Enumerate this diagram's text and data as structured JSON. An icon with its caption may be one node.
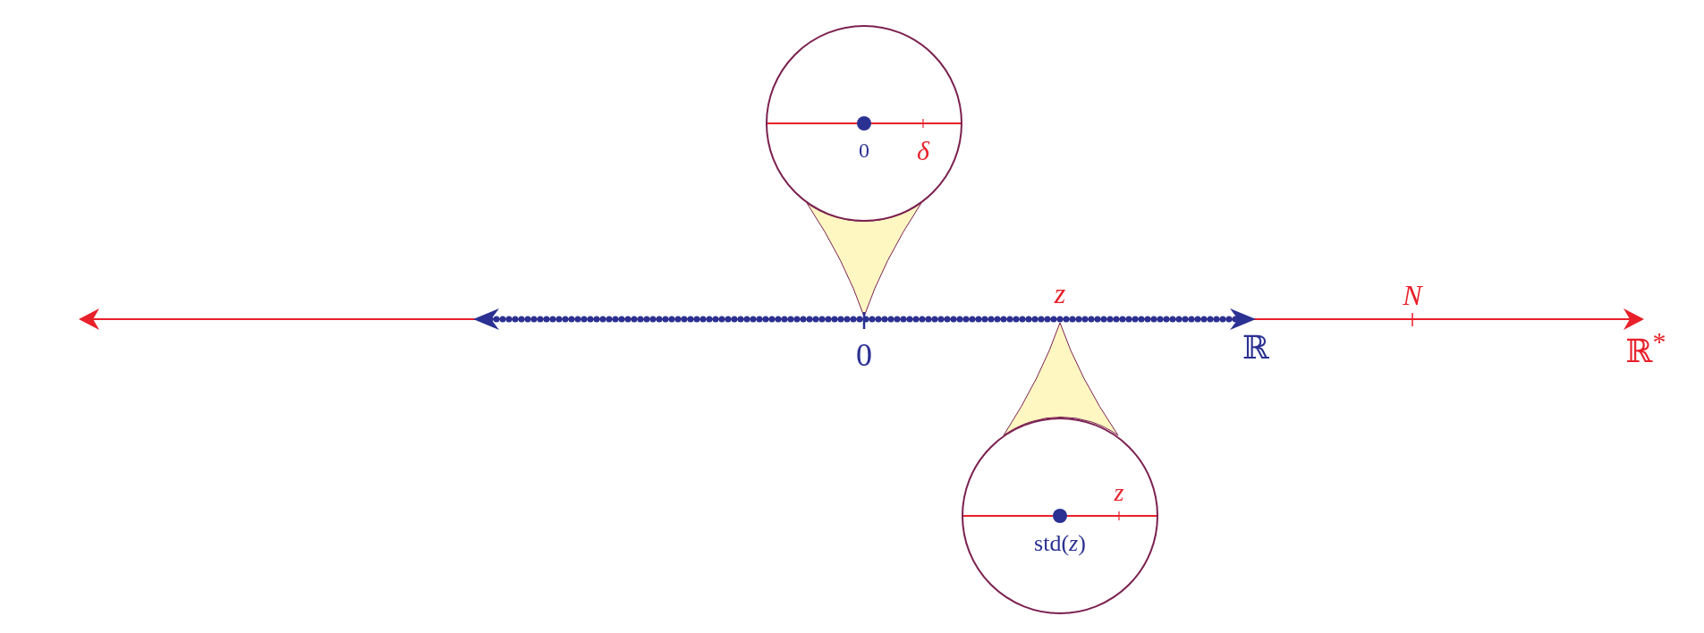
{
  "diagram": {
    "nodes": [
      {
        "text": [
          "0",
          "δ"
        ]
      },
      {
        "text": [],
        "shape": "funnel"
      },
      {
        "text": [],
        "shape": "funnel"
      },
      {
        "text": [
          "z",
          "std(*z*)"
        ]
      }
    ],
    "labels": [
      "z",
      "N",
      "0",
      "ℝ",
      "ℝ$^{*}$"
    ]
  }
}
